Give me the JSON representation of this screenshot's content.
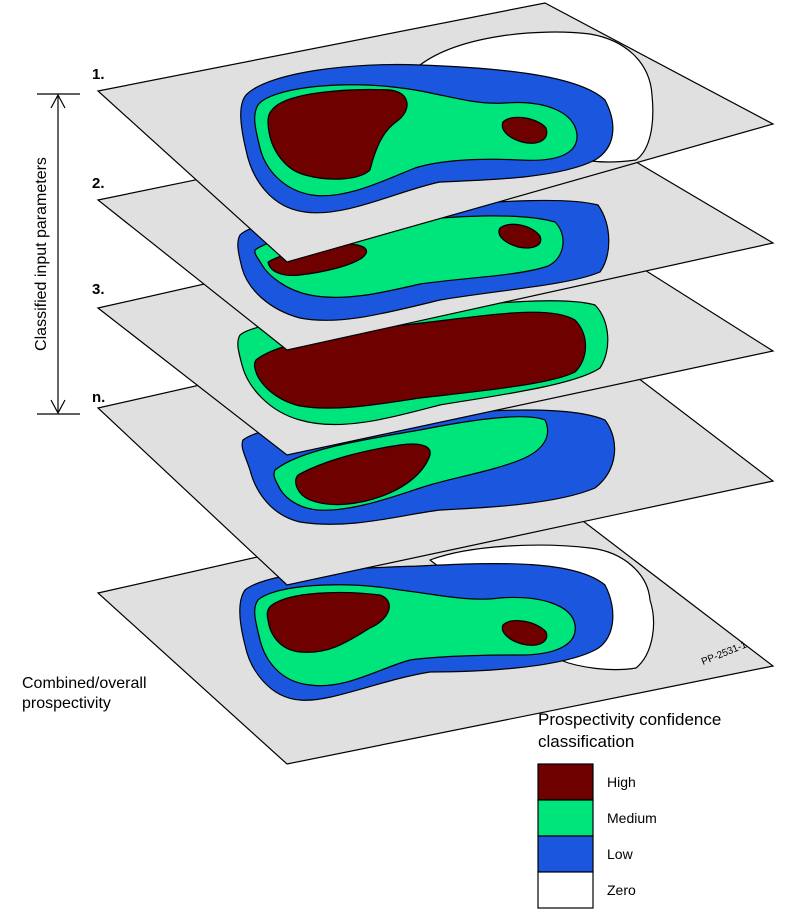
{
  "layers": [
    {
      "label": "1."
    },
    {
      "label": "2."
    },
    {
      "label": "3."
    },
    {
      "label": "n."
    }
  ],
  "bracket_label": "Classified input parameters",
  "combined_label": [
    "Combined/overall",
    "prospectivity"
  ],
  "figure_code": "PP-2531-1",
  "legend": {
    "title": [
      "Prospectivity confidence",
      "classification"
    ],
    "items": [
      {
        "label": "High",
        "color": "#6e0000"
      },
      {
        "label": "Medium",
        "color": "#00e47c"
      },
      {
        "label": "Low",
        "color": "#1a56de"
      },
      {
        "label": "Zero",
        "color": "#ffffff"
      }
    ]
  },
  "colors": {
    "plane": "#e0e0e0",
    "high": "#6e0000",
    "medium": "#00e47c",
    "low": "#1a56de",
    "zero": "#ffffff"
  }
}
